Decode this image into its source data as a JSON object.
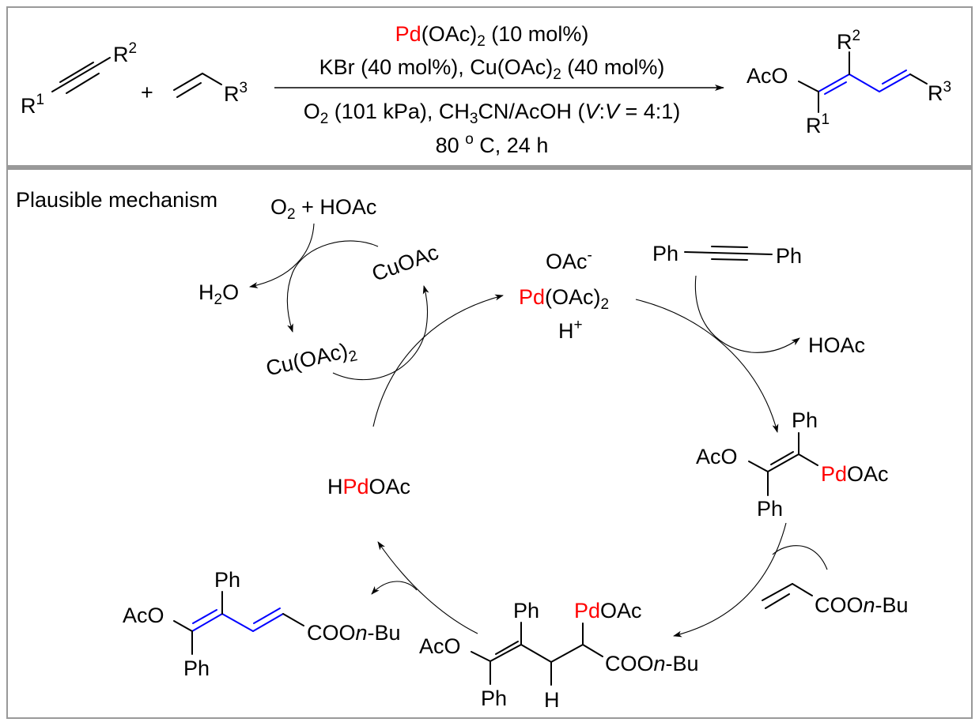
{
  "reaction": {
    "alkyne": {
      "r1": "R",
      "r1_sup": "1",
      "r2": "R",
      "r2_sup": "2"
    },
    "plus": "+",
    "alkene": {
      "r3": "R",
      "r3_sup": "3"
    },
    "conditions": {
      "line1": {
        "pd": "Pd",
        "rest": "(OAc)",
        "sub": "2",
        "tail": " (10 mol%)"
      },
      "line2": {
        "head": "KBr (40 mol%), Cu(OAc)",
        "sub": "2",
        "tail": " (40 mol%)"
      },
      "line3": {
        "o": "O",
        "o_sub": "2",
        "mid": " (101 kPa), CH",
        "ch_sub": "3",
        "mid2": "CN/AcOH (",
        "v1": "V",
        "colon": ":",
        "v2": "V",
        "tail": " = 4:1)"
      },
      "line4": {
        "temp": "80 ",
        "deg": "o",
        "tail": " C, 24 h"
      }
    },
    "product": {
      "aco": "AcO",
      "r1": "R",
      "r1_sup": "1",
      "r2": "R",
      "r2_sup": "2",
      "r3": "R",
      "r3_sup": "3"
    }
  },
  "mechanism": {
    "title": "Plausible mechanism",
    "oxidant": {
      "o": "O",
      "sub": "2",
      "tail": " + HOAc"
    },
    "water": {
      "h": "H",
      "sub": "2",
      "tail": "O"
    },
    "cuoac": "CuOAc",
    "cuoac2": {
      "head": "Cu(OAc)",
      "sub": "2"
    },
    "catalyst": {
      "oac": "OAc",
      "oac_sup": "-",
      "pd": "Pd",
      "rest": "(OAc)",
      "sub": "2",
      "h": "H",
      "h_sup": "+"
    },
    "diphenylacetylene": {
      "ph1": "Ph",
      "ph2": "Ph"
    },
    "hoac": "HOAc",
    "vinyl_pd": {
      "ph_top": "Ph",
      "aco": "AcO",
      "pd": "Pd",
      "oac": "OAc",
      "ph_bottom": "Ph"
    },
    "acrylate": {
      "coo": "COO",
      "n": "n",
      "bu": "-Bu"
    },
    "alkyl_pd": {
      "aco": "AcO",
      "ph_top": "Ph",
      "ph_bottom": "Ph",
      "h": "H",
      "pd": "Pd",
      "oac": "OAc",
      "coo": "COO",
      "n": "n",
      "bu": "-Bu"
    },
    "hydride": {
      "h": "H",
      "pd": "Pd",
      "oac": "OAc"
    },
    "product": {
      "aco": "AcO",
      "ph_top": "Ph",
      "ph_bottom": "Ph",
      "coo": "COO",
      "n": "n",
      "bu": "-Bu"
    }
  },
  "colors": {
    "palladium": "#ff0000",
    "new_bonds": "#0000ff",
    "frame": "#999999"
  }
}
